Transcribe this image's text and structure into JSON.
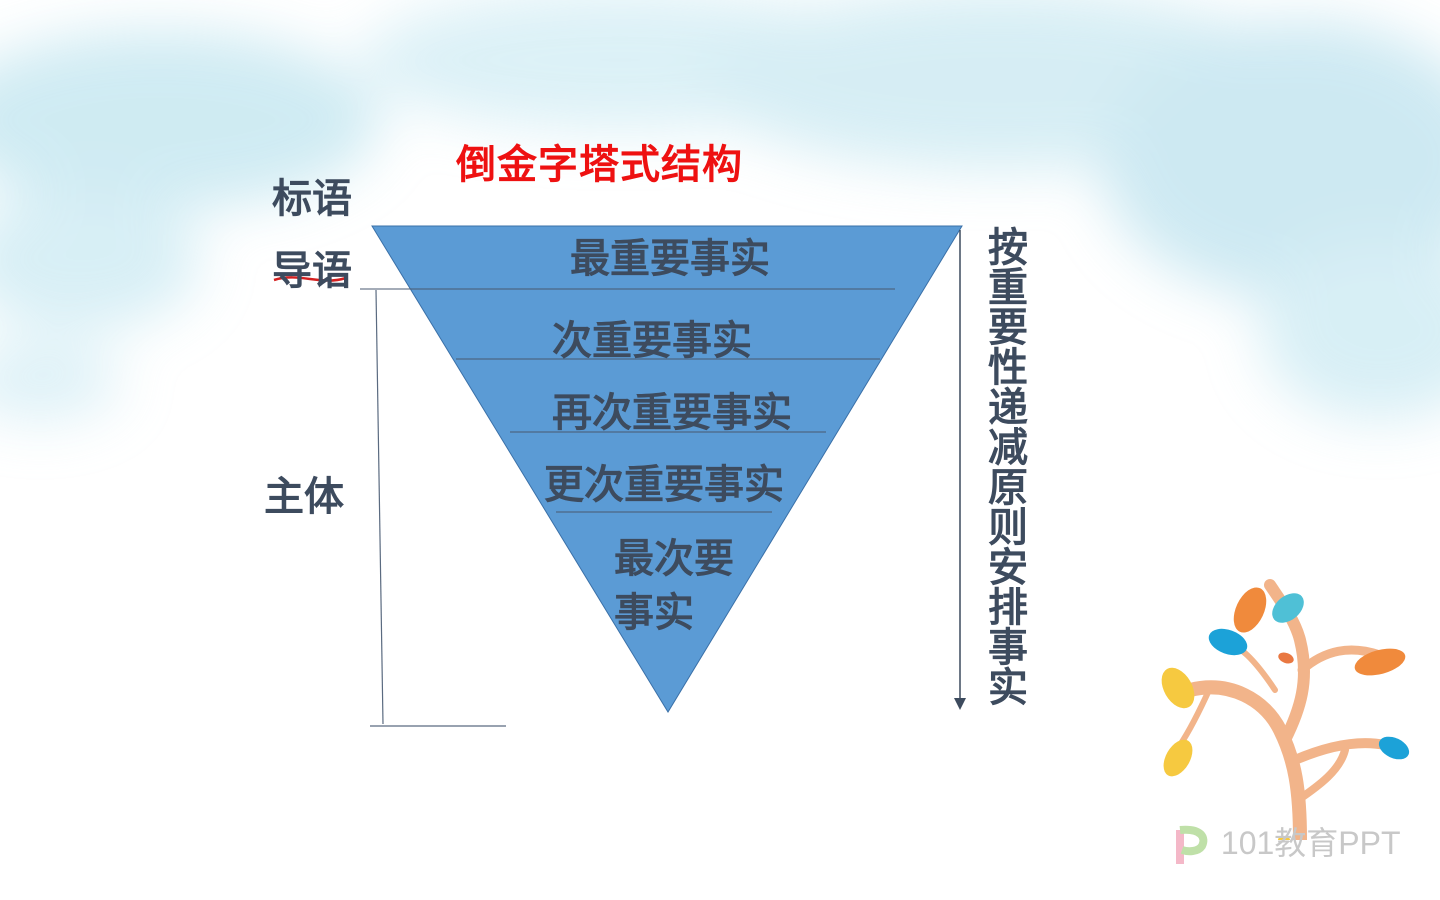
{
  "title": "倒金字塔式结构",
  "labels": {
    "biaoyu": "标语",
    "daoyu": "导语",
    "zhuti": "主体"
  },
  "tiers": [
    {
      "text": "最重要事实"
    },
    {
      "text": "次重要事实"
    },
    {
      "text": "再次重要事实"
    },
    {
      "text": "更次重要事实"
    },
    {
      "text": "最次要事实"
    }
  ],
  "principle": "按重要性递减原则安排事实",
  "watermark": "101教育PPT",
  "colors": {
    "title": "#ee1111",
    "triangle": "#5b9bd5",
    "text": "#3d4b5e",
    "lines": "#5a6a80"
  }
}
